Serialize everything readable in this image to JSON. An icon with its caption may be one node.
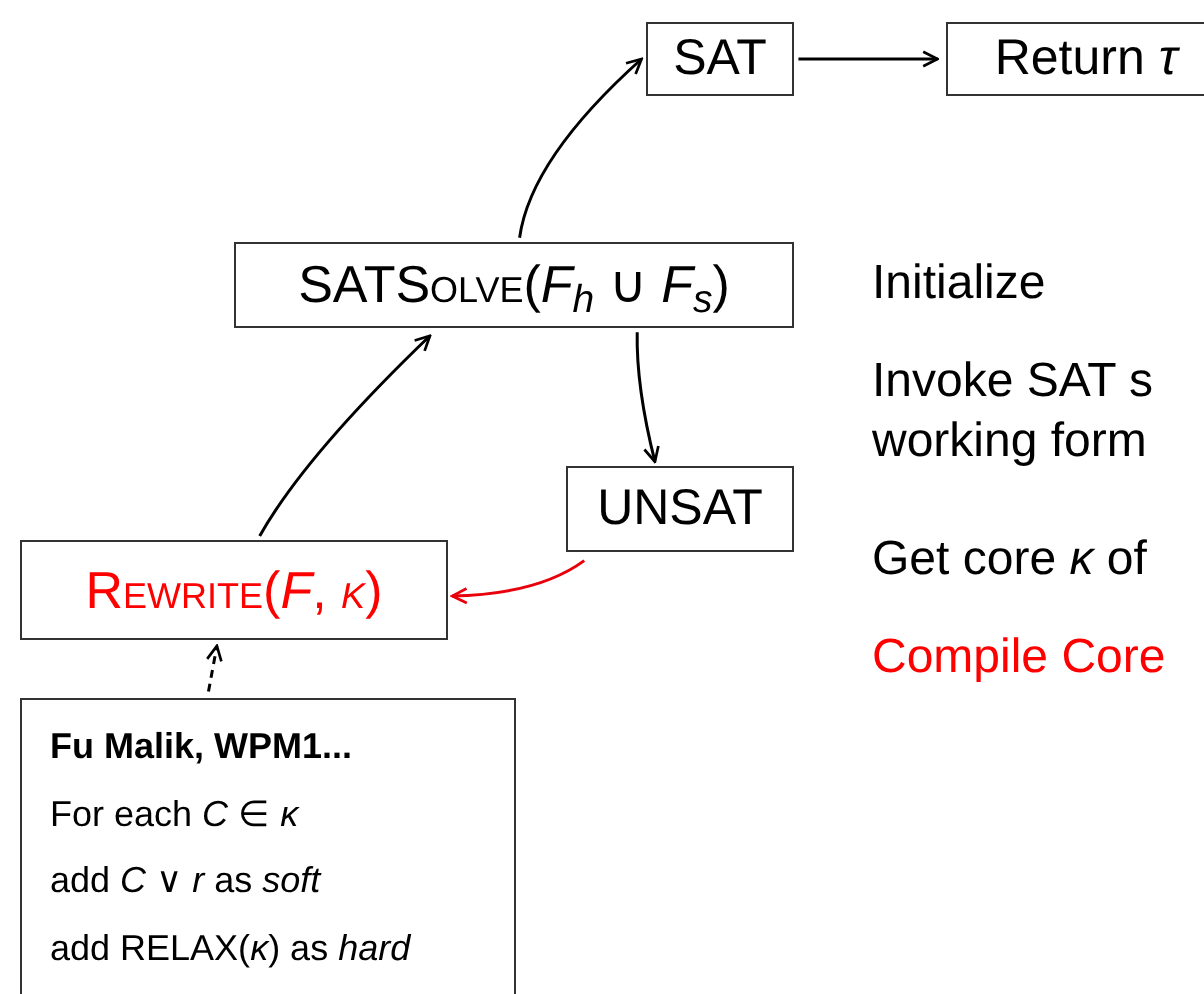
{
  "diagram": {
    "nodes": [
      {
        "text": [
          "SAT"
        ]
      },
      {
        "text": [
          "Return *τ*"
        ]
      },
      {
        "text": [
          "SATSolve(*F*$_{h}$ ∪ *F*$_{s}$)"
        ]
      },
      {
        "text": [
          "UNSAT"
        ]
      },
      {
        "text": [
          "Rewrite(*F*, *κ*)"
        ]
      },
      {
        "text": [
          "Fu Malik, WPM1...",
          "For each *C* ∈ *κ*",
          "add *C* ∨ *r* as *soft*",
          "add RELAX(*κ*) as *hard*"
        ]
      }
    ],
    "edges": [
      {
        "from": 2,
        "to": 0,
        "arrow": "to"
      },
      {
        "from": 0,
        "to": 1,
        "arrow": "to"
      },
      {
        "from": 2,
        "to": 3,
        "arrow": "to"
      },
      {
        "from": 3,
        "to": 4,
        "arrow": "to",
        "color": "#e8000b"
      },
      {
        "from": 4,
        "to": 2,
        "arrow": "to"
      },
      {
        "from": 5,
        "to": 4,
        "arrow": "to",
        "style": "dashed"
      }
    ],
    "labels": [
      "Initialize",
      "Invoke SAT s working form",
      "Get core *κ* of",
      "Compile Core"
    ]
  }
}
